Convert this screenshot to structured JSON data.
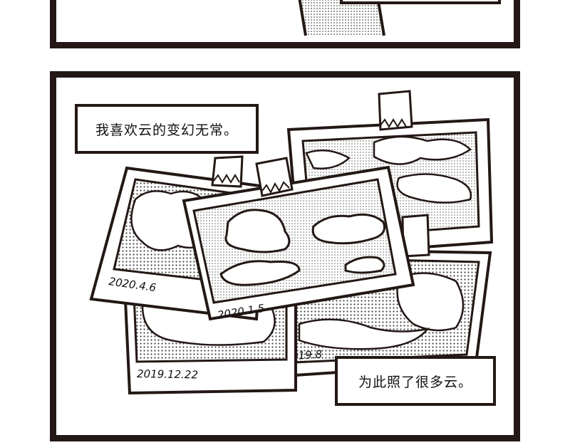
{
  "captions": {
    "first": "我喜欢云的变幻无常。",
    "second": "为此照了很多云。"
  },
  "photos": [
    {
      "date": "2020.4.6"
    },
    {
      "date": "2020.1.5"
    },
    {
      "date": "2019.12.22"
    },
    {
      "date": "2019.8"
    }
  ],
  "colors": {
    "ink": "#231815",
    "paper": "#ffffff",
    "screentone": "#8a8a8a"
  }
}
